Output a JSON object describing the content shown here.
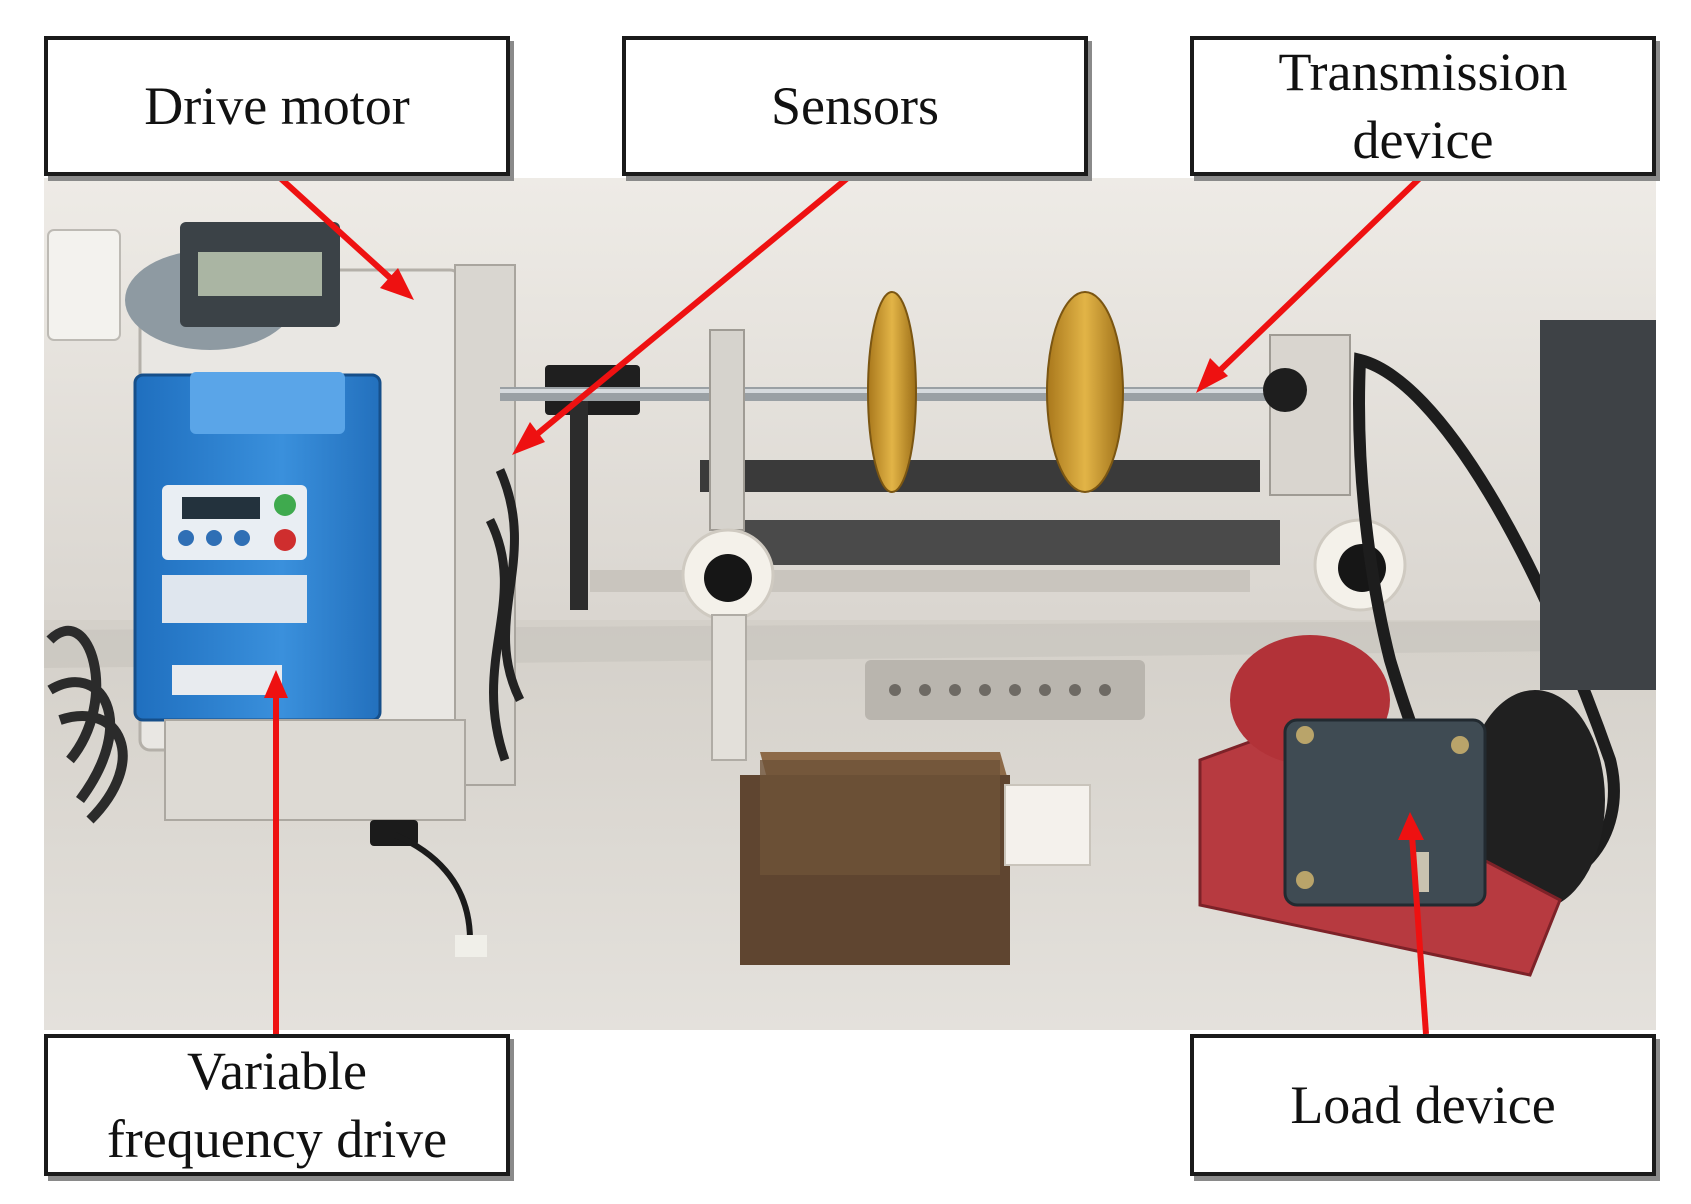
{
  "figure": {
    "labels": {
      "drive_motor": "Drive motor",
      "sensors": "Sensors",
      "transmission_line1": "Transmission",
      "transmission_line2": "device",
      "vfd_line1": "Variable",
      "vfd_line2": "frequency drive",
      "load_device": "Load device"
    },
    "colors": {
      "arrow": "#ee1111",
      "box_border": "#1a1a1a",
      "box_fill": "#ffffff",
      "wall": "#e6e3de",
      "bench": "#dcd9d3",
      "vfd_blue": "#2f86d6",
      "brass": "#c99a2e",
      "load_base_red": "#b8323a",
      "gearbox": "#3d4a52",
      "block": "#6a4a32"
    }
  }
}
